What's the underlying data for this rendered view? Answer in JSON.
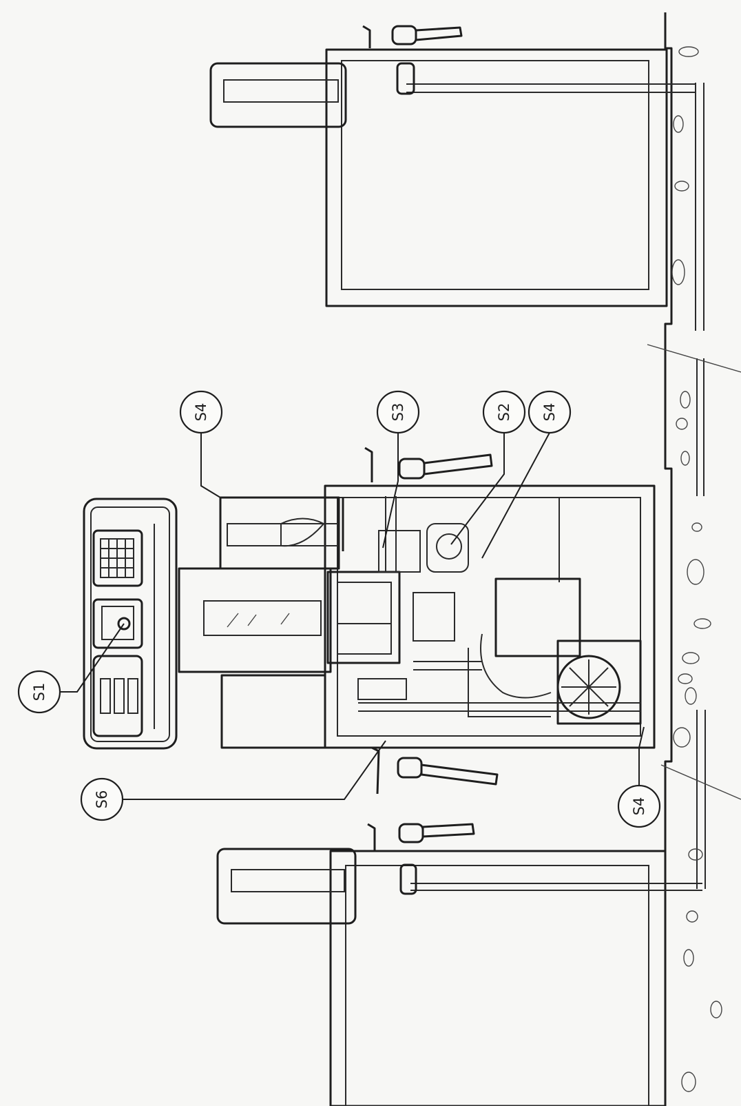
{
  "diagram": {
    "callouts": [
      {
        "id": "s1",
        "label": "S1"
      },
      {
        "id": "s2",
        "label": "S2"
      },
      {
        "id": "s3",
        "label": "S3"
      },
      {
        "id": "s4a",
        "label": "S4"
      },
      {
        "id": "s4b",
        "label": "S4"
      },
      {
        "id": "s4c",
        "label": "S4"
      },
      {
        "id": "s6",
        "label": "S6"
      }
    ]
  },
  "colors": {
    "ink": "#1e1e1e",
    "paper": "#f7f7f5"
  }
}
